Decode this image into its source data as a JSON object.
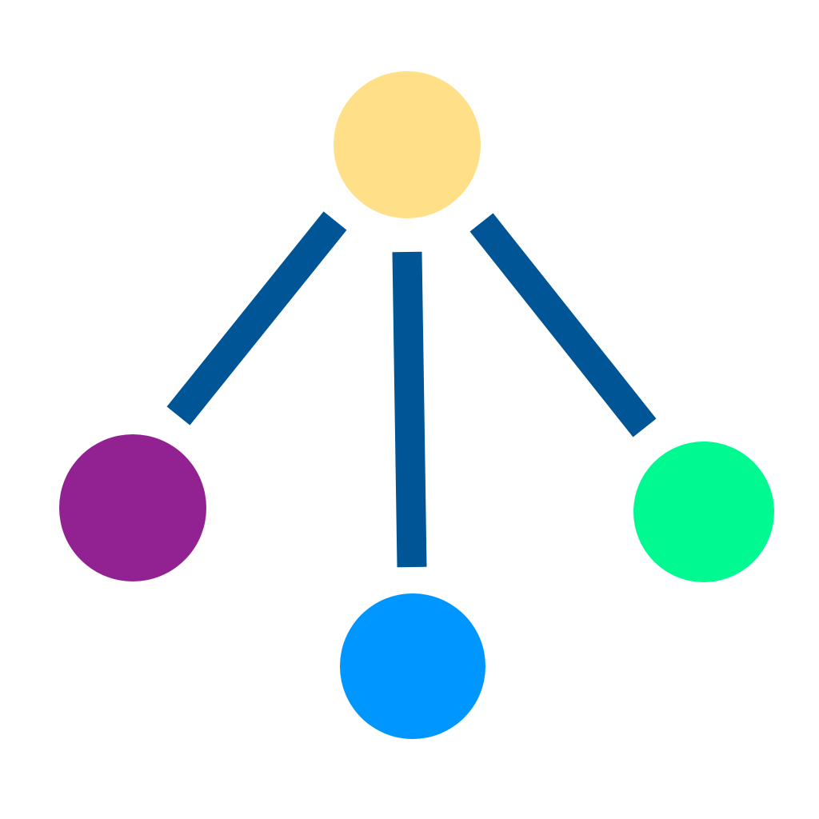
{
  "diagram": {
    "type": "hierarchy-network-icon",
    "background_color": "#ffffff",
    "edge_color": "#005596",
    "nodes": [
      {
        "id": "root",
        "name": "root-node",
        "color": "#ffe088"
      },
      {
        "id": "left",
        "name": "left-node",
        "color": "#922291"
      },
      {
        "id": "middle",
        "name": "middle-node",
        "color": "#0096ff"
      },
      {
        "id": "right",
        "name": "right-node",
        "color": "#00fa91"
      }
    ],
    "edges": [
      {
        "name": "edge-root-left",
        "from": "root",
        "to": "left"
      },
      {
        "name": "edge-root-middle",
        "from": "root",
        "to": "middle"
      },
      {
        "name": "edge-root-right",
        "from": "root",
        "to": "right"
      }
    ]
  }
}
